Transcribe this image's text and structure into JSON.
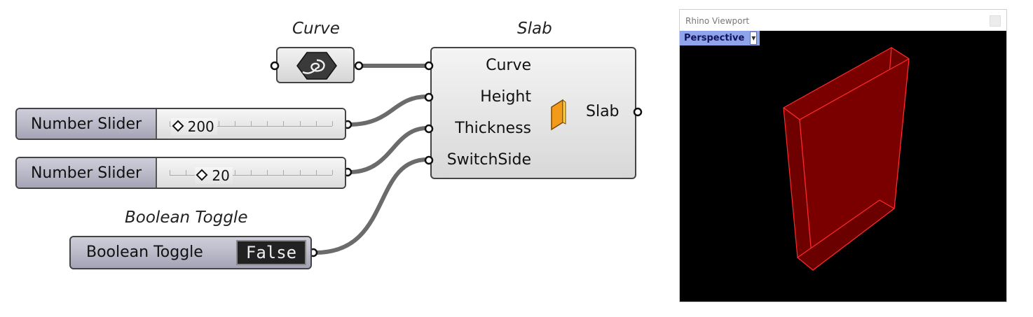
{
  "components": {
    "curve": {
      "title": "Curve",
      "icon": "hexagon-curve-icon"
    },
    "slab": {
      "title": "Slab",
      "inputs": [
        "Curve",
        "Height",
        "Thickness",
        "SwitchSide"
      ],
      "output": "Slab",
      "icon": "slab-panel-icon"
    },
    "slider_height": {
      "label": "Number Slider",
      "value": "200",
      "fraction": 0.05
    },
    "slider_thickness": {
      "label": "Number Slider",
      "value": "20",
      "fraction": 0.2
    },
    "toggle": {
      "title": "Boolean Toggle",
      "label": "Boolean Toggle",
      "value": "False"
    }
  },
  "viewport": {
    "title": "Rhino Viewport",
    "view_tab": "Perspective",
    "colors": {
      "background": "#000000",
      "slab_fill": "#7a0000",
      "slab_edge": "#ff2a2a"
    }
  }
}
